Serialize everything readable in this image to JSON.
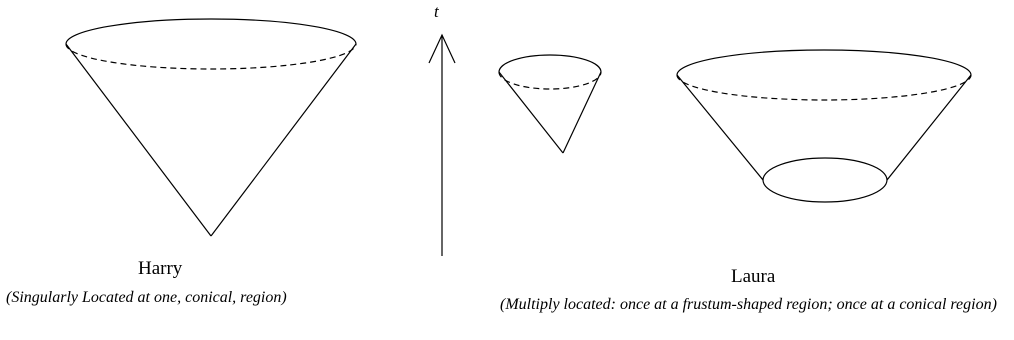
{
  "time_axis": {
    "label": "t"
  },
  "harry": {
    "name": "Harry",
    "caption": "(Singularly Located at one, conical, region)"
  },
  "laura": {
    "name": "Laura",
    "caption": "(Multiply located: once at a frustum-shaped region; once at a conical region)"
  },
  "colors": {
    "line": "#000000",
    "background": "#ffffff"
  }
}
